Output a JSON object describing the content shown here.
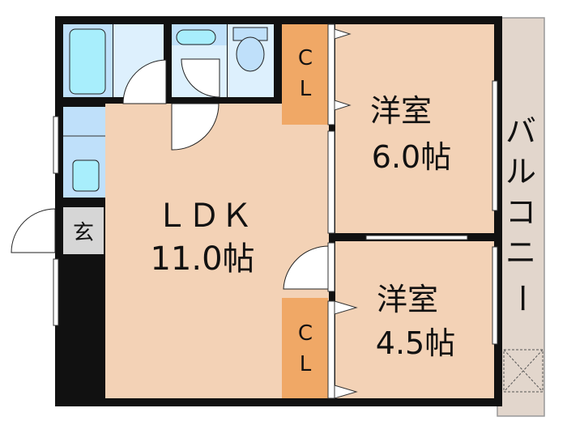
{
  "floorplan": {
    "rooms": {
      "ldk": {
        "name": "ＬＤＫ",
        "size": "11.0帖"
      },
      "western_room_1": {
        "name": "洋室",
        "size": "6.0帖"
      },
      "western_room_2": {
        "name": "洋室",
        "size": "4.5帖"
      },
      "closet_top": {
        "c": "C",
        "l": "L"
      },
      "closet_bottom": {
        "c": "C",
        "l": "L"
      },
      "entrance": {
        "name": "玄"
      },
      "balcony": {
        "chars": [
          "バ",
          "ル",
          "コ",
          "ニ",
          "ー"
        ]
      }
    },
    "colors": {
      "wall": "#111111",
      "ldk_floor": "#f3d2b6",
      "closet": "#f0a866",
      "wet_area": "#bfe0fa",
      "fixture": "#a8eefc",
      "balcony": "#e2d6cc",
      "entrance": "#d6d6d6"
    }
  }
}
